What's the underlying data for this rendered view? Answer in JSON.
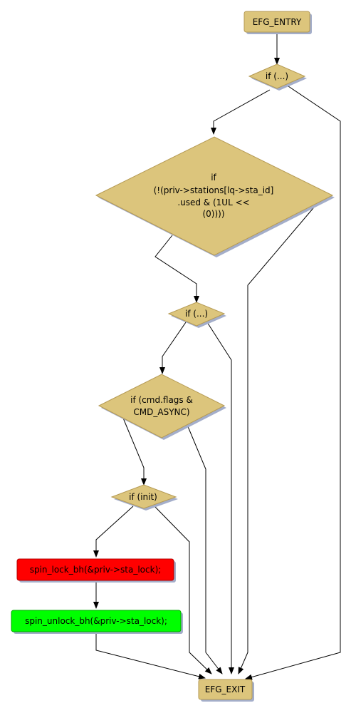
{
  "colors": {
    "node_fill": "#dcc57c",
    "node_stroke": "#b59a53",
    "shadow": "#a4aeca",
    "lock_fill": "#ff0000",
    "lock_stroke": "#b50000",
    "unlock_fill": "#00ff00",
    "unlock_stroke": "#00a800",
    "edge": "#000000"
  },
  "nodes": {
    "entry": {
      "label": "EFG_ENTRY"
    },
    "cond1": {
      "label": "if (...)"
    },
    "cond2": {
      "lines": [
        "if",
        "(!(priv->stations[lq->sta_id]",
        ".used & (1UL <<",
        "(0))))"
      ]
    },
    "cond3": {
      "label": "if (...)"
    },
    "cond4": {
      "lines": [
        "if (cmd.flags &",
        "CMD_ASYNC)"
      ]
    },
    "cond5": {
      "label": "if (init)"
    },
    "lock": {
      "label": "spin_lock_bh(&priv->sta_lock);"
    },
    "unlock": {
      "label": "spin_unlock_bh(&priv->sta_lock);"
    },
    "exit": {
      "label": "EFG_EXIT"
    }
  }
}
